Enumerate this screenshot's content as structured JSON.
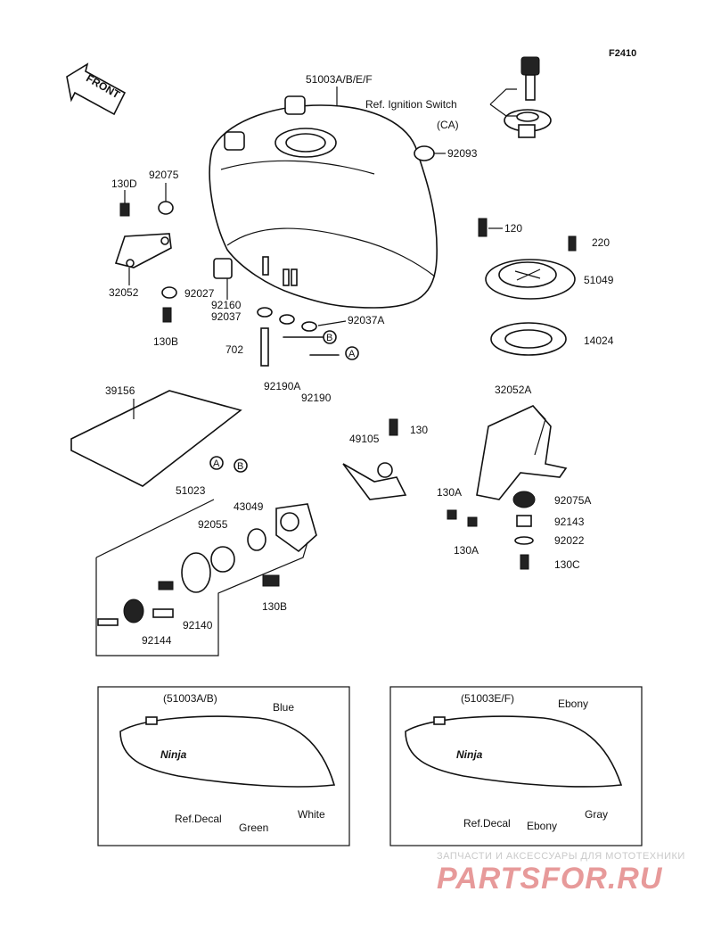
{
  "figure_code": "F2410",
  "front_label": "FRONT",
  "callouts": {
    "p51003": "51003A/B/E/F",
    "ref_ignition": "Ref. Ignition Switch",
    "ca": "(CA)",
    "p92093": "92093",
    "p130D": "130D",
    "p92075": "92075",
    "p32052": "32052",
    "p92027": "92027",
    "p130B_a": "130B",
    "p92160": "92160",
    "p92037": "92037",
    "p92037A": "92037A",
    "p702": "702",
    "p92190A": "92190A",
    "p92190": "92190",
    "p120": "120",
    "p220": "220",
    "p51049": "51049",
    "p14024": "14024",
    "p39156": "39156",
    "p32052A": "32052A",
    "p49105": "49105",
    "p130": "130",
    "p51023": "51023",
    "p43049": "43049",
    "p92055": "92055",
    "p130A_a": "130A",
    "p130A_b": "130A",
    "p92075A": "92075A",
    "p92143": "92143",
    "p92022": "92022",
    "p130C": "130C",
    "p130B_b": "130B",
    "p92140": "92140",
    "p92144": "92144",
    "mark_a": "A",
    "mark_b": "B"
  },
  "decal_left": {
    "title": "(51003A/B)",
    "logo": "Ninja",
    "c1": "Blue",
    "c2": "White",
    "c3": "Green",
    "ref": "Ref.Decal"
  },
  "decal_right": {
    "title": "(51003E/F)",
    "logo": "Ninja",
    "c1": "Ebony",
    "c2": "Gray",
    "c3": "Ebony",
    "ref": "Ref.Decal"
  },
  "watermark": {
    "tagline": "ЗАПЧАСТИ И АКСЕССУАРЫ ДЛЯ МОТОТЕХНИКИ",
    "brand": "PARTSFOR.RU"
  }
}
